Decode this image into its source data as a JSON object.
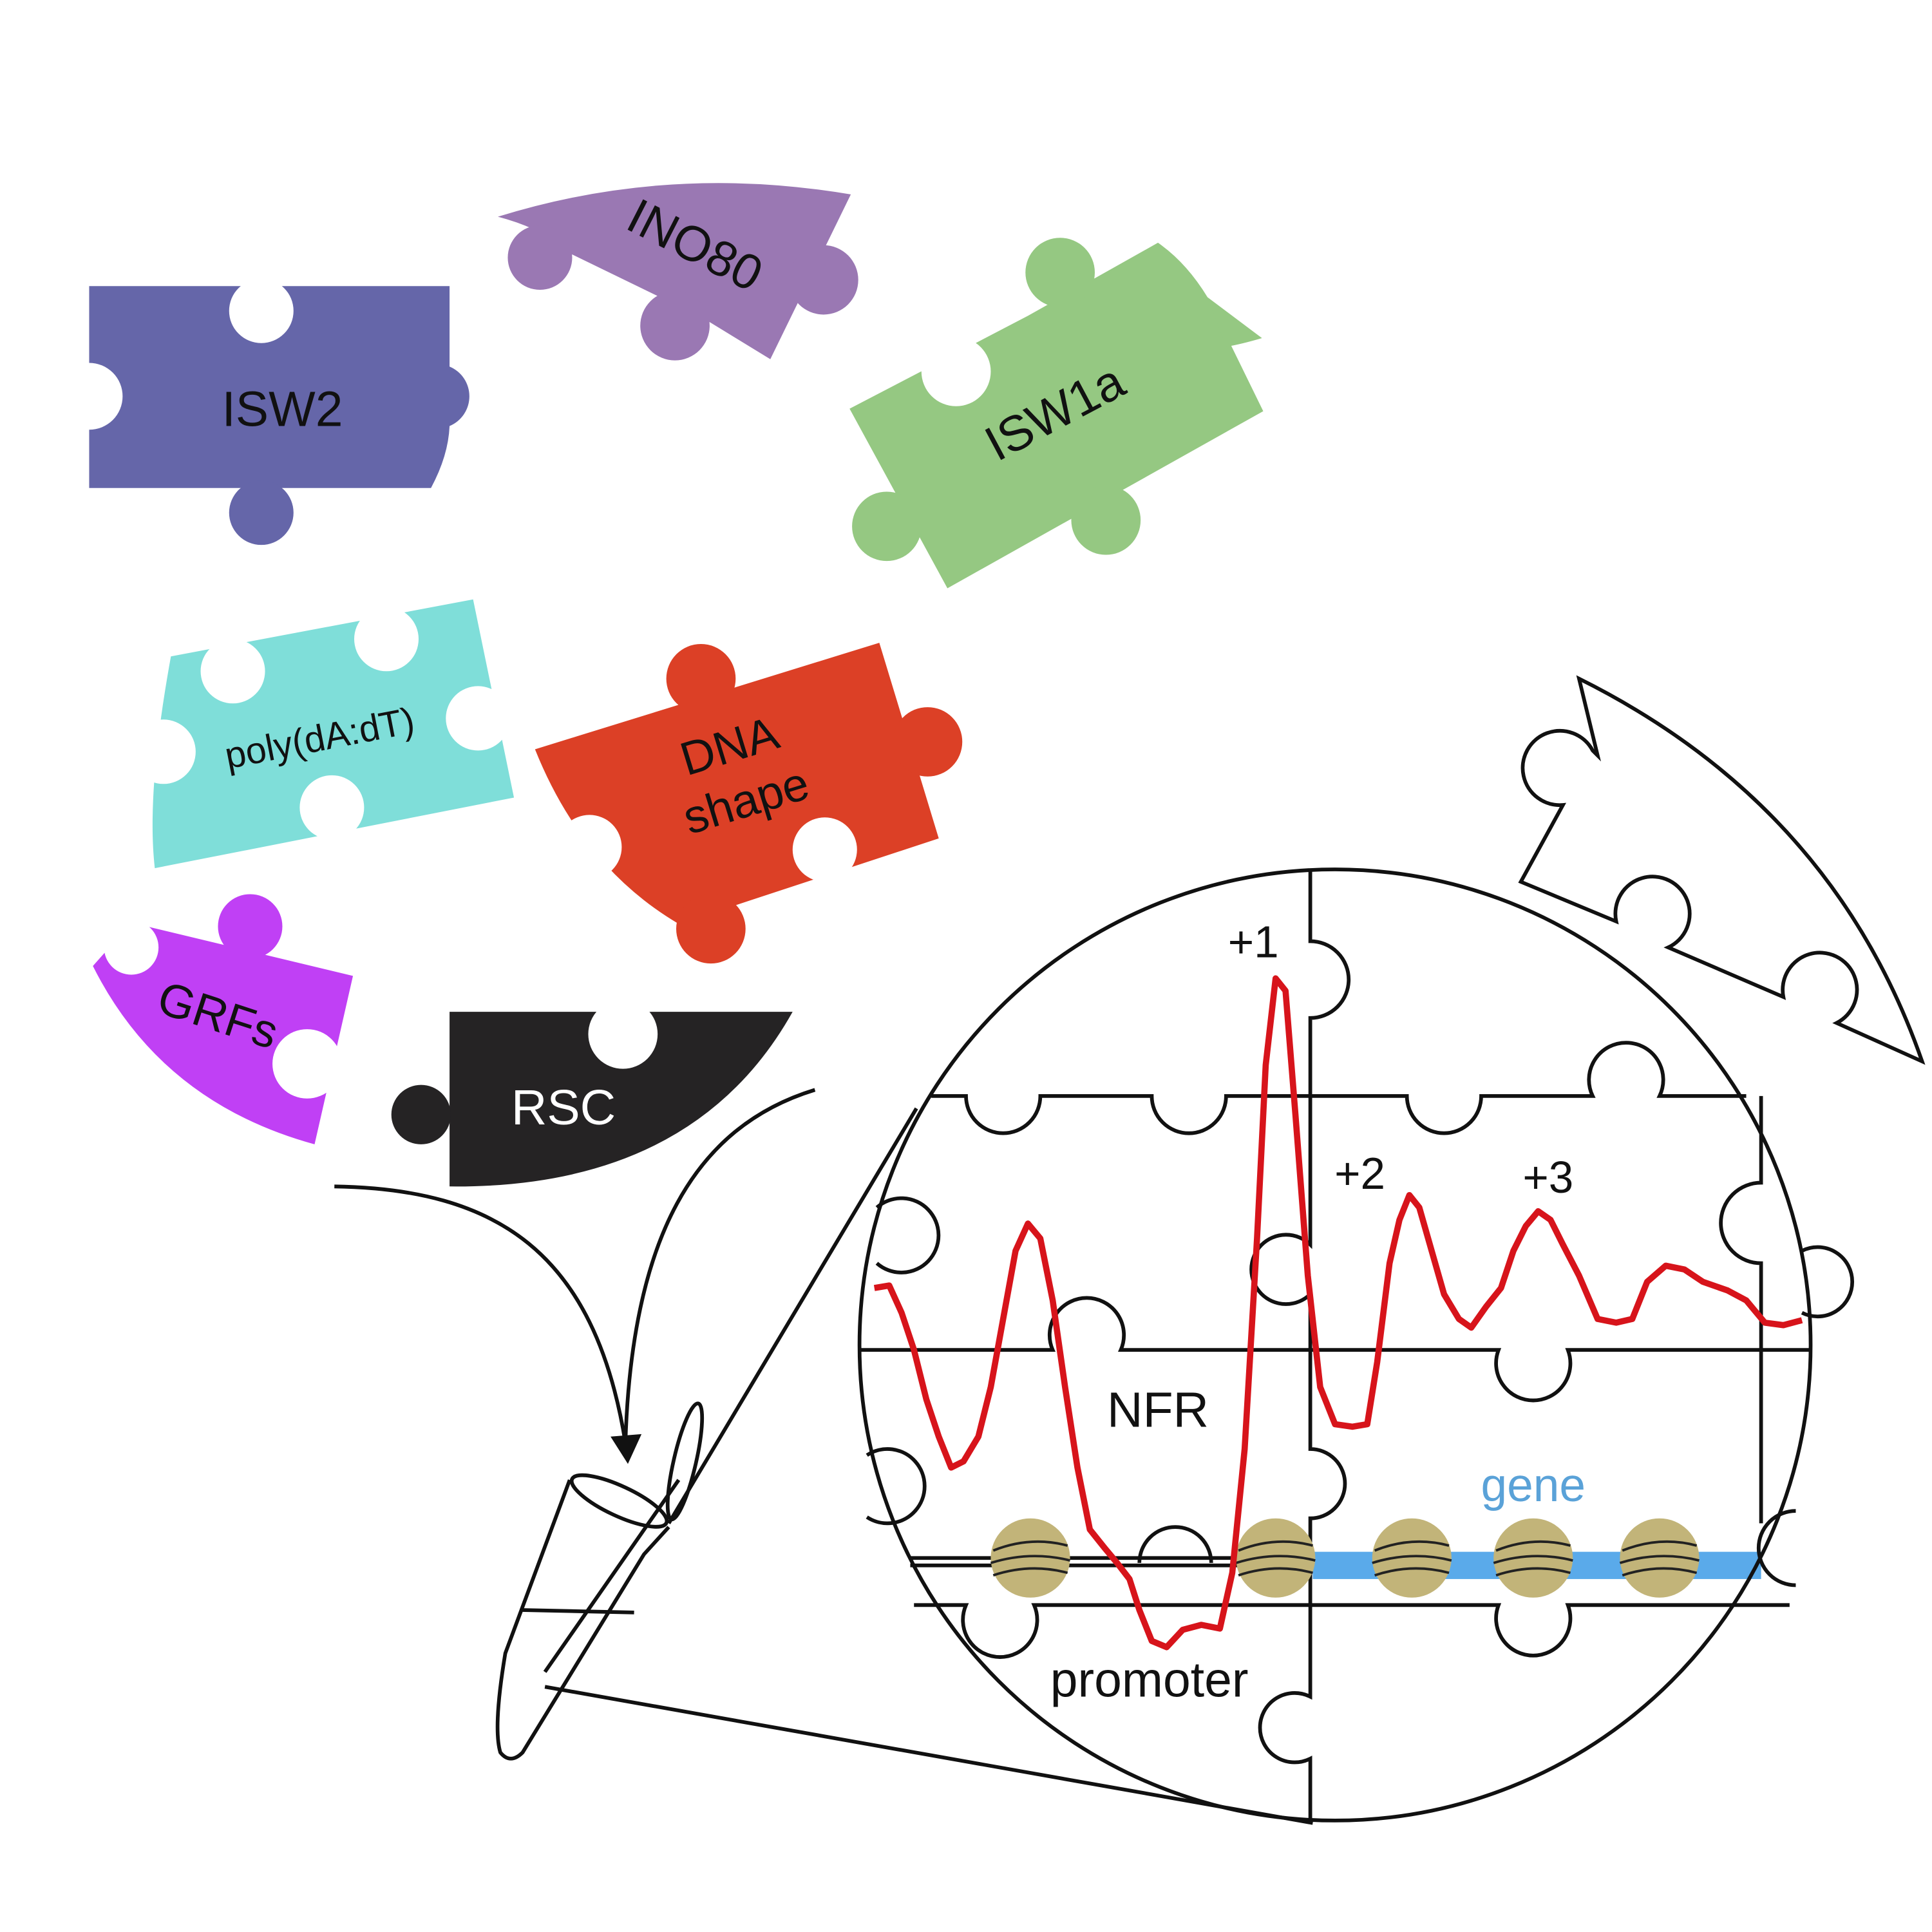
{
  "pieces": {
    "isw2": "ISW2",
    "ino80": "INO80",
    "isw1a": "ISW1a",
    "polyda": "poly(dA:dT)",
    "dna_shape_line1": "DNA",
    "dna_shape_line2": "shape",
    "grfs": "GRFs",
    "rsc": "RSC"
  },
  "zoom": {
    "nuc_plus1": "+1",
    "nuc_plus2": "+2",
    "nuc_plus3": "+3",
    "nfr": "NFR",
    "gene": "gene",
    "promoter": "promoter"
  },
  "colors": {
    "isw2": "#6566a9",
    "ino80": "#9a78b3",
    "isw1a": "#95c882",
    "polyda": "#7fded9",
    "dna_shape": "#dc4026",
    "grfs": "#c040f5",
    "rsc": "#252324",
    "occupancy_line": "#d7141b",
    "gene_bar": "#5aaaea",
    "gene_text": "#5aa2d8",
    "nucleosome": "#c2b479"
  },
  "icons": {
    "tube": "microcentrifuge-tube-icon",
    "nucleosome": "nucleosome-icon"
  }
}
